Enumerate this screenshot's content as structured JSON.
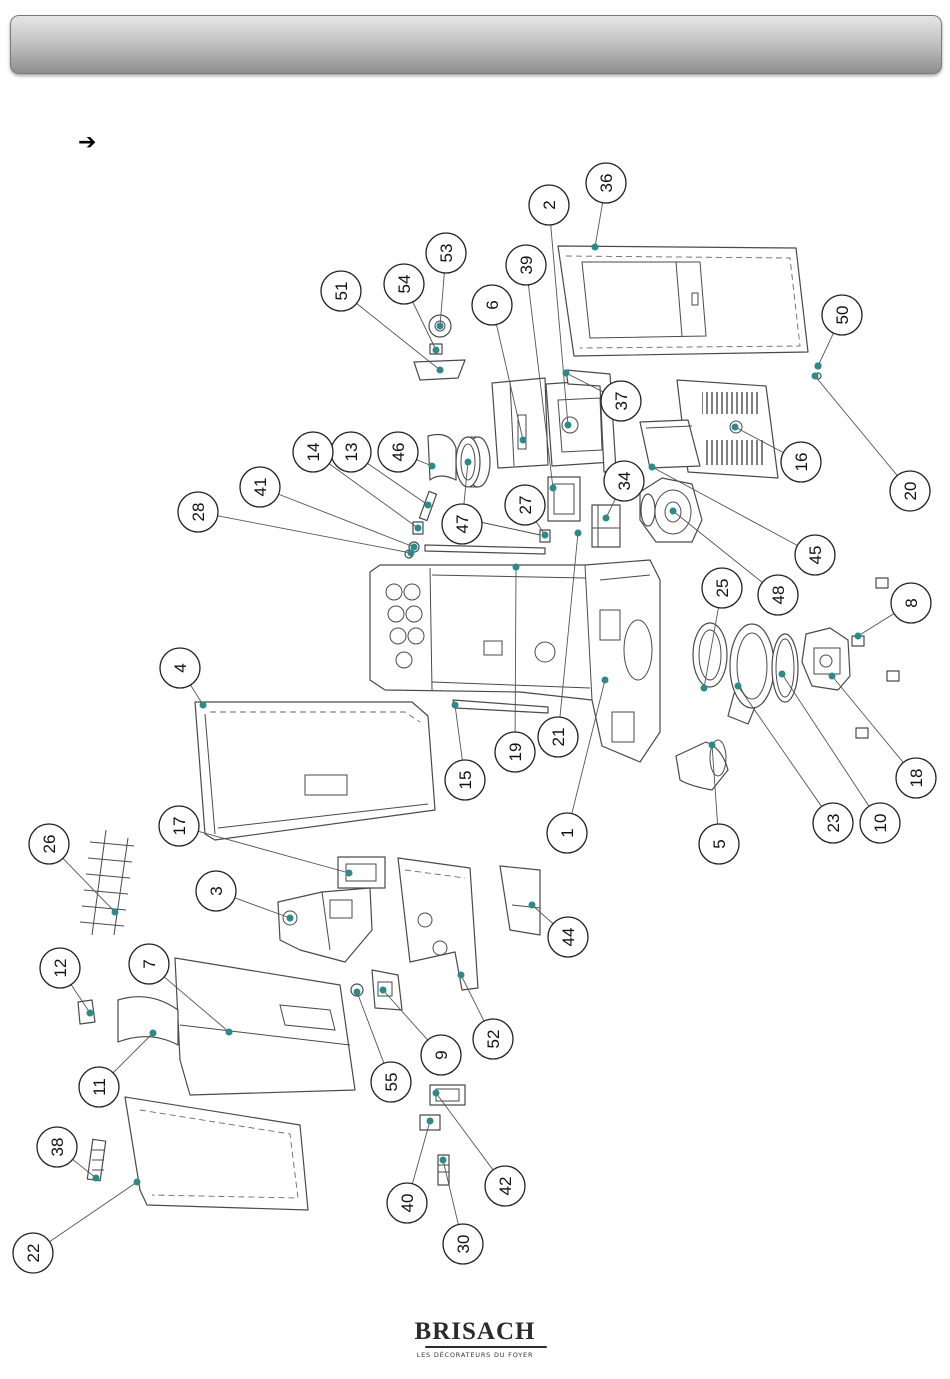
{
  "marker": "➔",
  "callouts": [
    "36",
    "2",
    "39",
    "53",
    "54",
    "51",
    "6",
    "50",
    "37",
    "16",
    "20",
    "45",
    "34",
    "48",
    "47",
    "46",
    "13",
    "14",
    "41",
    "28",
    "27",
    "21",
    "19",
    "15",
    "1",
    "25",
    "23",
    "10",
    "18",
    "8",
    "5",
    "4",
    "17",
    "26",
    "3",
    "44",
    "7",
    "12",
    "52",
    "9",
    "55",
    "11",
    "38",
    "22",
    "42",
    "40",
    "30"
  ],
  "logo": {
    "name": "BRISACH",
    "tagline": "LES DÉCORATEURS DU FOYER"
  },
  "colors": {
    "leader_dot": "#2a8c8a",
    "header_bar": "#a9a9a9",
    "outline": "#4a4a4a"
  }
}
